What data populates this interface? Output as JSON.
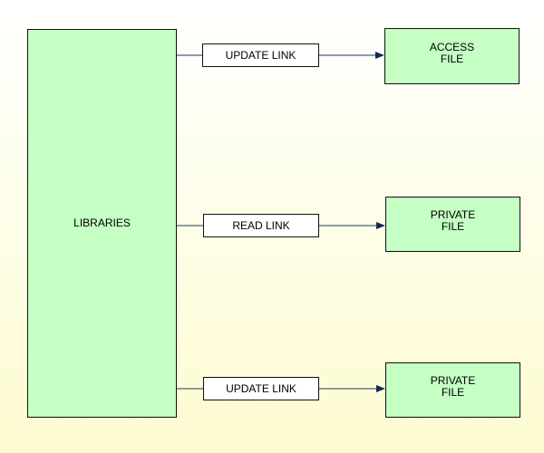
{
  "background": {
    "top_color": "#ffffff",
    "bottom_color": "#fdfbd0"
  },
  "colors": {
    "node_fill": "#c5ffc4",
    "link_fill": "#ffffff",
    "border": "#111111",
    "connector": "#1c3a5c",
    "arrowhead": "#0f2a55"
  },
  "source": {
    "label": "LIBRARIES"
  },
  "connections": [
    {
      "link_label": "UPDATE LINK",
      "target_line1": "ACCESS",
      "target_line2": "FILE"
    },
    {
      "link_label": "READ LINK",
      "target_line1": "PRIVATE",
      "target_line2": "FILE"
    },
    {
      "link_label": "UPDATE LINK",
      "target_line1": "PRIVATE",
      "target_line2": "FILE"
    }
  ]
}
